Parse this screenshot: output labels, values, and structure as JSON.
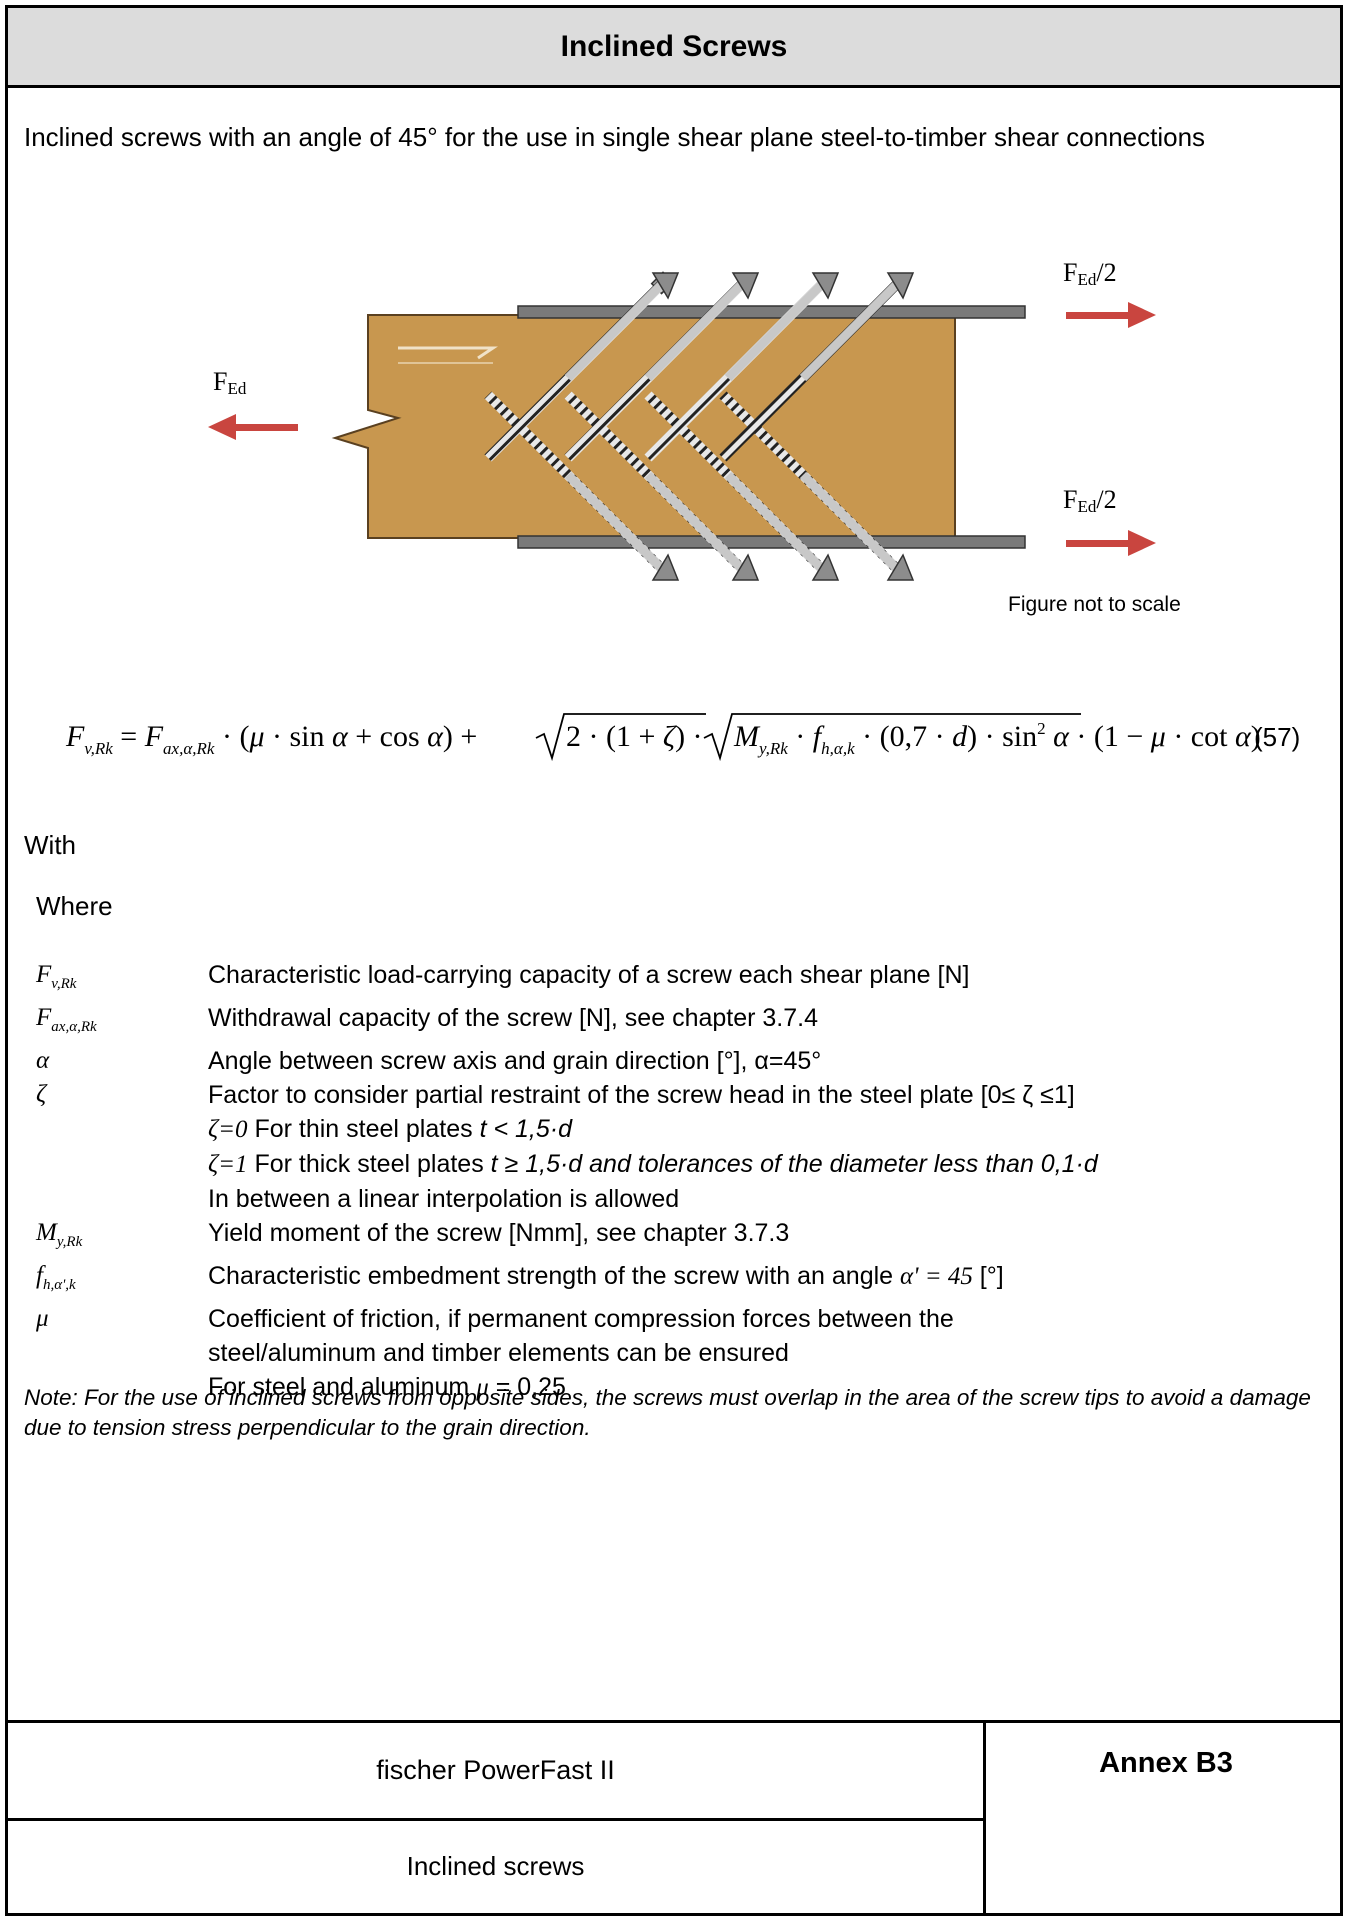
{
  "header": {
    "title": "Inclined Screws"
  },
  "intro": "Inclined screws with an angle of 45° for the use in single shear plane steel-to-timber shear connections",
  "figure": {
    "force_left": "F",
    "force_left_sub": "Ed",
    "force_right_top": "F",
    "force_right_top_sub": "Ed",
    "force_right_top_tail": "/2",
    "force_right_bottom": "F",
    "force_right_bottom_sub": "Ed",
    "force_right_bottom_tail": "/2",
    "caption": "Figure not to scale",
    "colors": {
      "timber": "#c8974f",
      "steel": "#7a7a7a",
      "arrow": "#c9453f"
    }
  },
  "formula": {
    "number": "(57)"
  },
  "with_label": "With",
  "where_label": "Where",
  "definitions": [
    {
      "sym": "F",
      "sub": "v,Rk",
      "text": "Characteristic load-carrying capacity of a screw each shear plane [N]"
    },
    {
      "sym": "F",
      "sub": "ax,α,Rk",
      "text": "Withdrawal capacity of the screw [N], see chapter 3.7.4"
    },
    {
      "sym": "α",
      "sub": "",
      "text": "Angle between screw axis and grain direction [°], α=45°"
    },
    {
      "sym": "ζ",
      "sub": "",
      "text": "Factor to consider partial restraint of the screw head in the steel plate [0≤ ζ ≤1]"
    }
  ],
  "zeta_lines": [
    {
      "pre": "ζ=0",
      "text": " For thin steel plates ",
      "it": "t < 1,5·d"
    },
    {
      "pre": "ζ=1",
      "text": " For thick steel plates ",
      "it": "t ≥ 1,5·d and tolerances of the diameter less than 0,1·d"
    }
  ],
  "interp": "In between a linear interpolation is allowed",
  "definitions2": [
    {
      "sym": "M",
      "sub": "y,Rk",
      "text": "Yield moment of the screw [Nmm], see chapter 3.7.3"
    }
  ],
  "fh": {
    "sym": "f",
    "sub": "h,α',k",
    "text": "Characteristic embedment strength of the screw with an angle ",
    "angle": "α' = 45",
    "unit": " [°]"
  },
  "mu": {
    "sym": "μ",
    "line1": "Coefficient of friction, if permanent compression forces between the",
    "line2": "steel/aluminum and timber elements can be ensured",
    "line3_pre": "For steel and aluminum ",
    "line3_val": " = 0,25"
  },
  "note": "Note: For the use of inclined screws from opposite sides, the screws must overlap in the area of the screw tips to avoid a damage due to tension stress perpendicular to the grain direction.",
  "footer": {
    "product": "fischer PowerFast II",
    "subtitle": "Inclined screws",
    "annex": "Annex B3"
  }
}
